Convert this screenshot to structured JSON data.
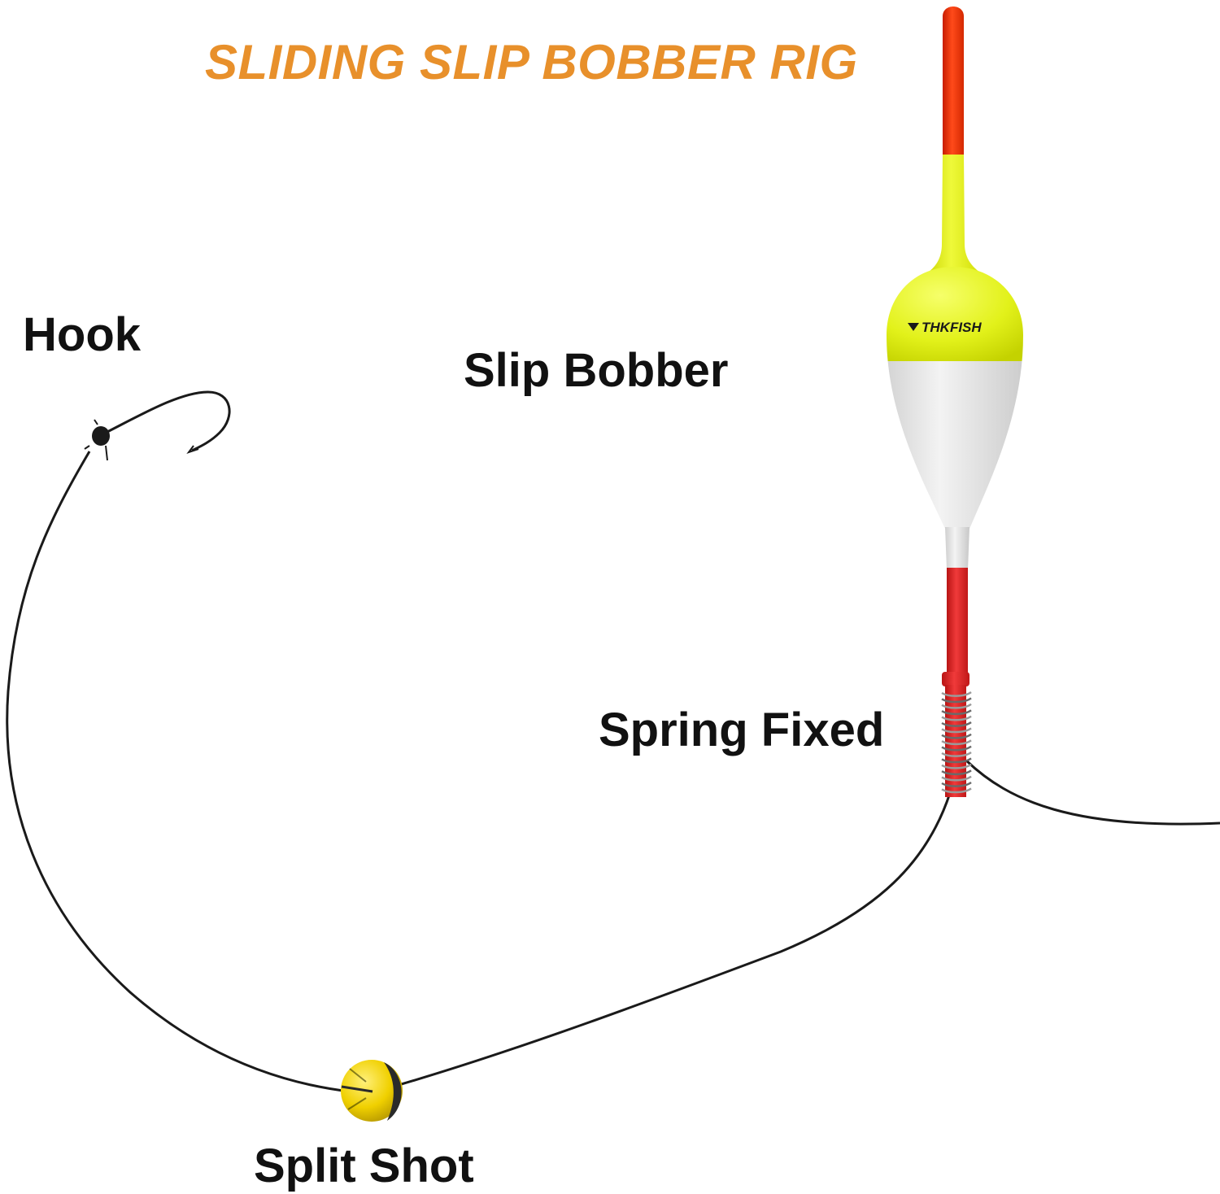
{
  "title": "SLIDING SLIP BOBBER RIG",
  "labels": {
    "hook": "Hook",
    "slip_bobber": "Slip Bobber",
    "spring_fixed": "Spring Fixed",
    "split_shot": "Split Shot"
  },
  "brand": "THKFISH",
  "icons": {
    "hook": "hook-icon",
    "bobber": "bobber-icon",
    "spring": "spring-icon",
    "split_shot": "split-shot-icon",
    "brand_logo": "brand-logo-icon"
  },
  "colors": {
    "title": "#E8902B",
    "line": "#1a1a1a",
    "bobber_tip_red": "#FF3A12",
    "bobber_yellow": "#E6F51E",
    "bobber_white": "#E4E4E4",
    "stem_red": "#E82020",
    "split_shot_yellow": "#F2D400"
  }
}
